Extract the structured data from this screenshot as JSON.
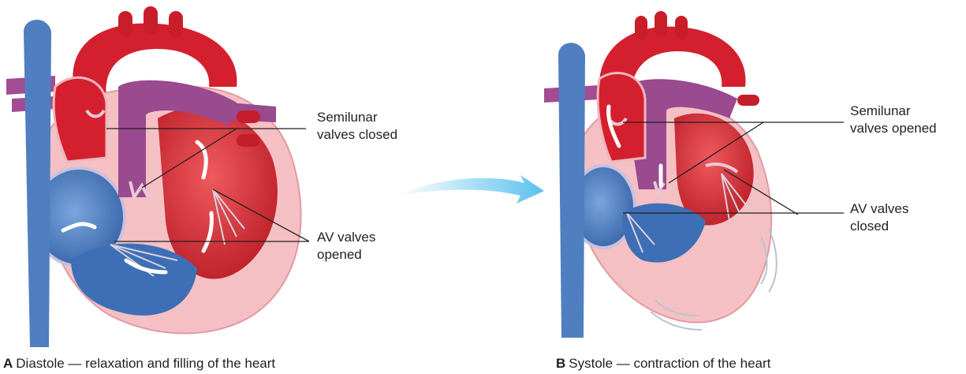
{
  "panel_a": {
    "label_semilunar": "Semilunar\nvalves closed",
    "label_av": "AV valves\nopened",
    "caption_letter": "A",
    "caption_text": "Diastole — relaxation and filling of the heart"
  },
  "panel_b": {
    "label_semilunar": "Semilunar\nvalves opened",
    "label_av": "AV valves\nclosed",
    "caption_letter": "B",
    "caption_text": "Systole — contraction of the heart"
  },
  "colors": {
    "vena_cava": "#4f7fc0",
    "aorta": "#d4202e",
    "pulmonary": "#9a4a8e",
    "myocardium": "#f4c0c4",
    "right_chambers": "#3e6fb6",
    "left_chambers": "#c8282f",
    "transition_arrow": "#6cc8f0"
  }
}
